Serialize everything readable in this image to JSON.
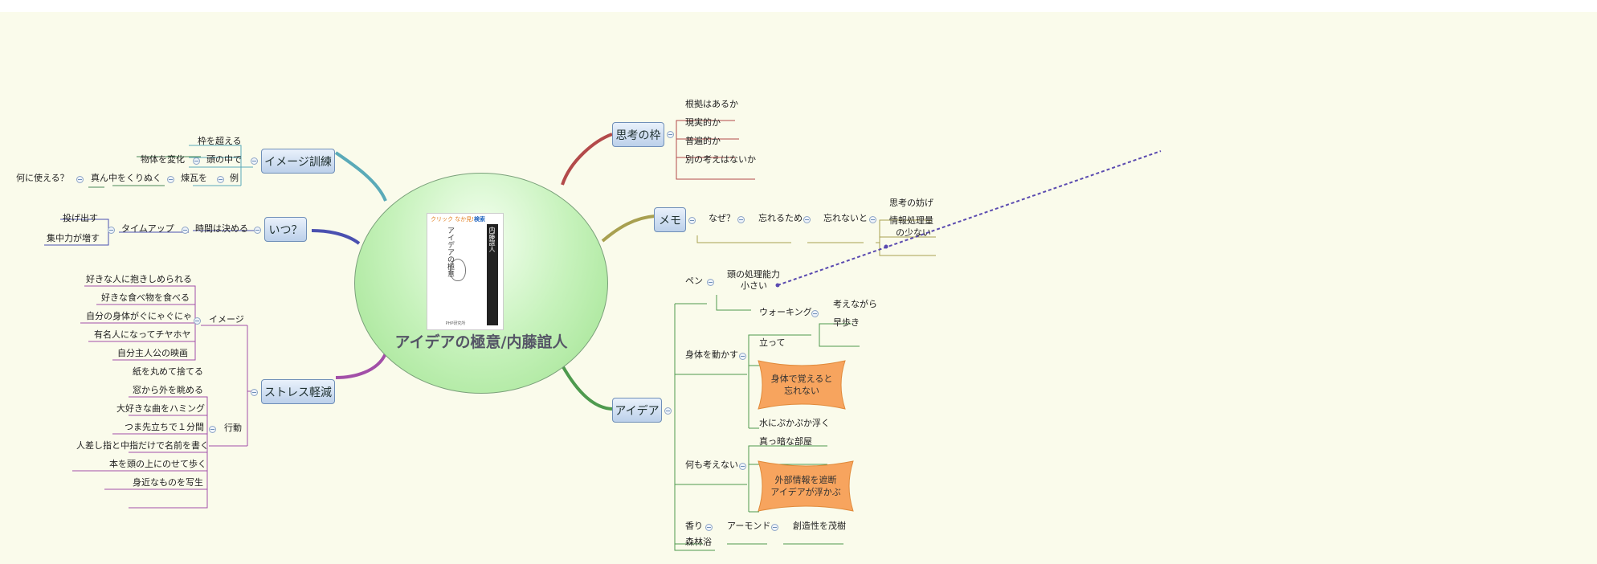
{
  "central": {
    "title": "アイデアの極意/内藤誼人",
    "book": {
      "tag_prefix": "クリック",
      "tag_orange": "なか見!",
      "tag_blue": "検索",
      "title": "アイデアの極意",
      "author": "内藤誼人",
      "publisher": "PHP研究所"
    },
    "fill_color": "#b8eeaa"
  },
  "branches": {
    "image_training": {
      "label": "イメージ訓練",
      "waku": "枠を超える",
      "atama": "頭の中で",
      "buttai": "物体を変化",
      "rei": "例",
      "renga": "煉瓦を",
      "mannaka": "真ん中をくりぬく",
      "nani": "何に使える？"
    },
    "itsu": {
      "label": "いつ？",
      "jikan": "時間は決める",
      "timeup": "タイムアップ",
      "nagedasu": "投げ出す",
      "shuchu": "集中力が増す"
    },
    "stress": {
      "label": "ストレス軽減",
      "image": "イメージ",
      "image_items": [
        "好きな人に抱きしめられる",
        "好きな食べ物を食べる",
        "自分の身体がぐにゃぐにゃ",
        "有名人になってチヤホヤ",
        "自分主人公の映画"
      ],
      "action": "行動",
      "action_items": [
        "紙を丸めて捨てる",
        "窓から外を眺める",
        "大好きな曲をハミング",
        "つま先立ちで１分間",
        "人差し指と中指だけで名前を書く",
        "本を頭の上にのせて歩く",
        "身近なものを写生"
      ]
    },
    "shikou": {
      "label": "思考の枠",
      "items": [
        "根拠はあるか",
        "現実的か",
        "普遍的か",
        "別の考えはないか"
      ]
    },
    "memo": {
      "label": "メモ",
      "naze": "なぜ？",
      "wasureru": "忘れるため",
      "wasurenai": "忘れないと",
      "items": [
        "思考の妨げ",
        "情報処理量",
        "の少ない"
      ]
    },
    "idea": {
      "label": "アイデア",
      "pen": "ペン",
      "atama1": "頭の処理能力",
      "atama2": "小さい",
      "karada": "身体を動かす",
      "walking": "ウォーキング",
      "kangae": "考えながら",
      "hayaaruki": "早歩き",
      "tatte": "立って",
      "callout1": [
        "身体で覚えると",
        "忘れない"
      ],
      "nanimo": "何も考えない",
      "mizu": "水にぷかぷか浮く",
      "makkura": "真っ暗な部屋",
      "callout2": [
        "外部情報を遮断",
        "アイデアが浮かぶ"
      ],
      "kaori": "香り",
      "almond": "アーモンド",
      "souzou": "創造性を茂樹",
      "shinrin": "森林浴"
    }
  },
  "colors": {
    "canvas": "#fafbeb",
    "branch_image_training": "#5aaab8",
    "branch_itsu": "#4a50b0",
    "branch_stress": "#a24fa8",
    "branch_shikou": "#b34a4a",
    "branch_memo": "#a8a050",
    "branch_idea": "#4e9a4e",
    "callout": "#f7a45e",
    "relation": "#5a4ab0"
  }
}
